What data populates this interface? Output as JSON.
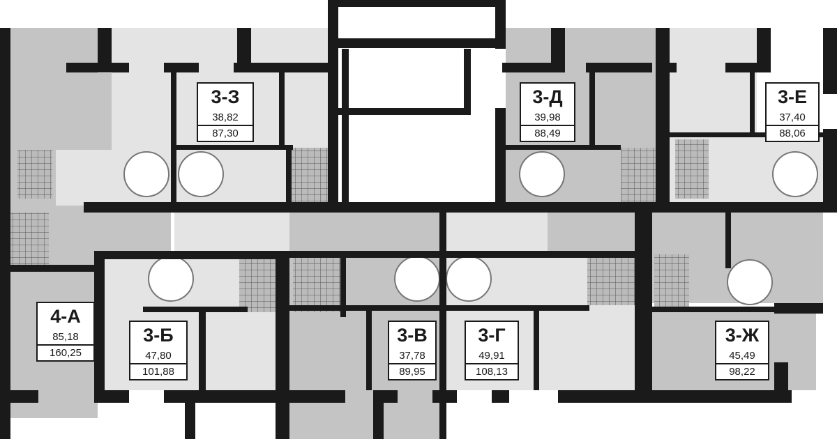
{
  "units": [
    {
      "id": "3-З",
      "living": "38,82",
      "total": "87,30"
    },
    {
      "id": "3-Д",
      "living": "39,98",
      "total": "88,49"
    },
    {
      "id": "3-Е",
      "living": "37,40",
      "total": "88,06"
    },
    {
      "id": "4-А",
      "living": "85,18",
      "total": "160,25"
    },
    {
      "id": "3-Б",
      "living": "47,80",
      "total": "101,88"
    },
    {
      "id": "3-В",
      "living": "37,78",
      "total": "89,95"
    },
    {
      "id": "3-Г",
      "living": "49,91",
      "total": "108,13"
    },
    {
      "id": "3-Ж",
      "living": "45,49",
      "total": "98,22"
    }
  ],
  "colors": {
    "wall": "#1a1a1a",
    "room_dark": "#c4c4c4",
    "room_light": "#e4e4e4"
  }
}
